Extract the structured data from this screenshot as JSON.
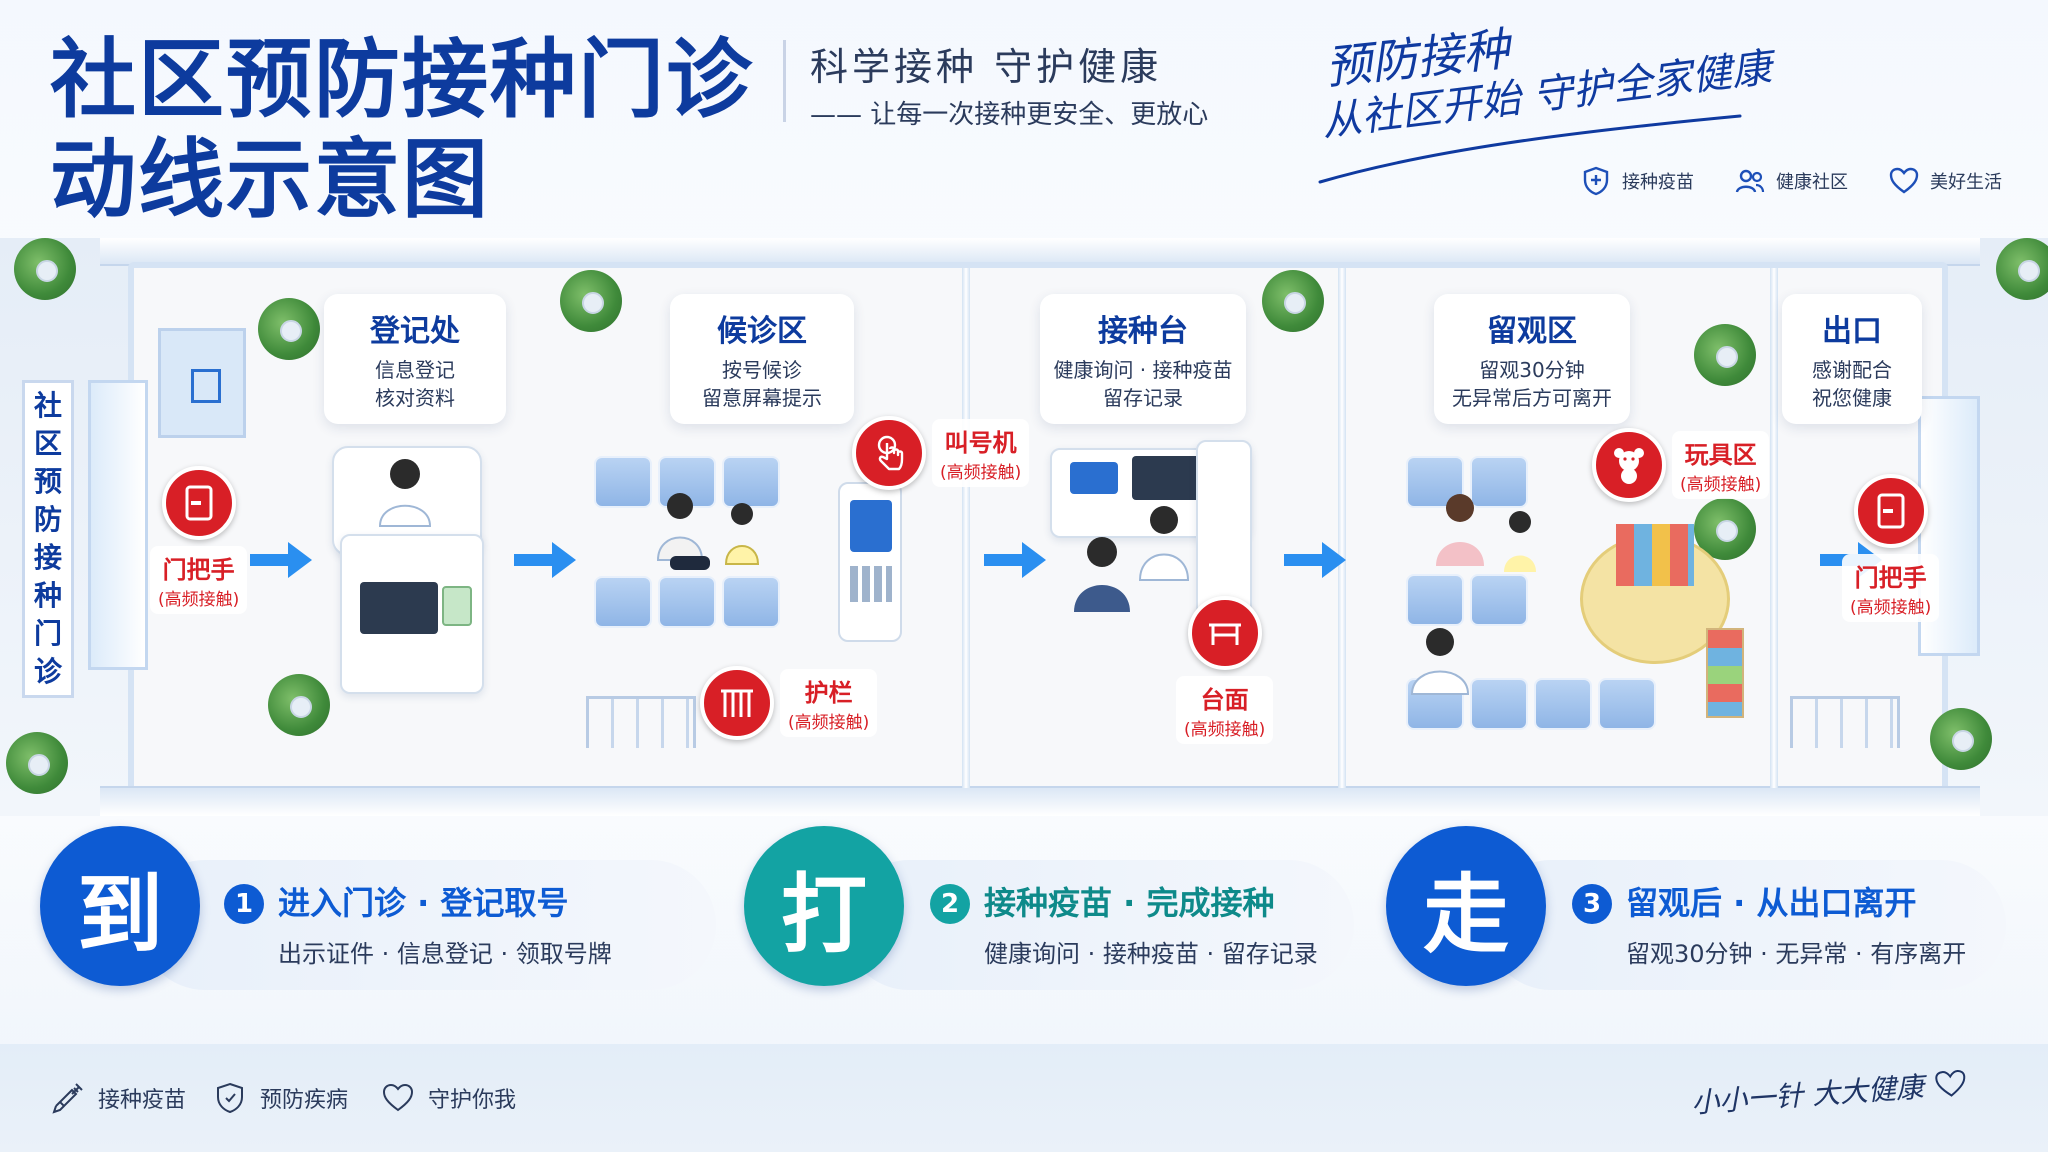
{
  "header": {
    "title_line1": "社区预防接种门诊",
    "title_line2": "动线示意图",
    "slogan_main": "科学接种  守护健康",
    "slogan_sub": "—— 让每一次接种更安全、更放心",
    "handwritten_1": "预防接种",
    "handwritten_2": "从社区开始  守护全家健康",
    "badges": [
      {
        "icon": "shield-icon",
        "label": "接种疫苗"
      },
      {
        "icon": "people-icon",
        "label": "健康社区"
      },
      {
        "icon": "heart-icon",
        "label": "美好生活"
      }
    ]
  },
  "vertical_sign": [
    "社",
    "区",
    "预",
    "防",
    "接",
    "种",
    "门",
    "诊"
  ],
  "rooms": [
    {
      "title": "登记处",
      "lines": [
        "信息登记",
        "核对资料"
      ]
    },
    {
      "title": "候诊区",
      "lines": [
        "按号候诊",
        "留意屏幕提示"
      ]
    },
    {
      "title": "接种台",
      "lines": [
        "健康询问 · 接种疫苗",
        "留存记录"
      ]
    },
    {
      "title": "留观区",
      "lines": [
        "留观30分钟",
        "无异常后方可离开"
      ]
    },
    {
      "title": "出口",
      "lines": [
        "感谢配合",
        "祝您健康"
      ]
    }
  ],
  "touch_points": {
    "door_handle_in": {
      "name": "门把手",
      "note": "(高频接触)"
    },
    "railing": {
      "name": "护栏",
      "note": "(高频接触)"
    },
    "queue_machine": {
      "name": "叫号机",
      "note": "(高频接触)"
    },
    "counter": {
      "name": "台面",
      "note": "(高频接触)"
    },
    "toy_area": {
      "name": "玩具区",
      "note": "(高频接触)"
    },
    "door_handle_out": {
      "name": "门把手",
      "note": "(高频接触)"
    }
  },
  "steps": [
    {
      "char": "到",
      "num": "1",
      "title": "进入门诊 · 登记取号",
      "desc": "出示证件 · 信息登记 · 领取号牌",
      "color": "#0d5bd3"
    },
    {
      "char": "打",
      "num": "2",
      "title": "接种疫苗 · 完成接种",
      "desc": "健康询问 · 接种疫苗 · 留存记录",
      "color": "#13a3a3"
    },
    {
      "char": "走",
      "num": "3",
      "title": "留观后 · 从出口离开",
      "desc": "留观30分钟 · 无异常 · 有序离开",
      "color": "#0d5bd3"
    }
  ],
  "footer": {
    "items": [
      {
        "icon": "syringe-icon",
        "label": "接种疫苗"
      },
      {
        "icon": "shield-icon",
        "label": "预防疾病"
      },
      {
        "icon": "heart-icon",
        "label": "守护你我"
      }
    ],
    "slogan": "小小一针  大大健康"
  },
  "colors": {
    "brand_blue": "#0d3b9e",
    "alert_red": "#d81f26",
    "arrow_blue": "#2a8ff0",
    "teal": "#13a3a3"
  }
}
